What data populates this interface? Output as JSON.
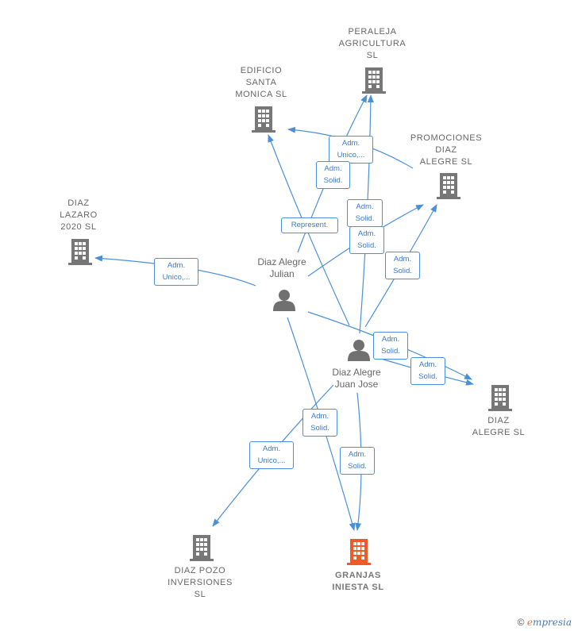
{
  "colors": {
    "edge": "#4a90d9",
    "company": "#777777",
    "target": "#f05a28",
    "person": "#707070"
  },
  "companies": [
    {
      "id": "peraleja",
      "label": "PERALEJA\nAGRICULTURA\nSL",
      "target": false
    },
    {
      "id": "edificio",
      "label": "EDIFICIO\nSANTA\nMONICA  SL",
      "target": false
    },
    {
      "id": "promociones",
      "label": "PROMOCIONES\nDIAZ\nALEGRE  SL",
      "target": false
    },
    {
      "id": "lazaro",
      "label": "DIAZ\nLAZARO\n2020  SL",
      "target": false
    },
    {
      "id": "diazalegre",
      "label": "DIAZ\nALEGRE  SL",
      "target": false
    },
    {
      "id": "pozo",
      "label": "DIAZ POZO\nINVERSIONES\nSL",
      "target": false
    },
    {
      "id": "granjas",
      "label": "GRANJAS\nINIESTA  SL",
      "target": true
    }
  ],
  "people": [
    {
      "id": "julian",
      "label": "Diaz Alegre\nJulian"
    },
    {
      "id": "juanjose",
      "label": "Diaz Alegre\nJuan Jose"
    }
  ],
  "edge_labels": [
    {
      "id": "e1",
      "text": "Adm.\nUnico,..."
    },
    {
      "id": "e2",
      "text": "Adm.\nSolid."
    },
    {
      "id": "e3",
      "text": "Represent."
    },
    {
      "id": "e4",
      "text": "Adm.\nSolid."
    },
    {
      "id": "e5",
      "text": "Adm.\nSolid."
    },
    {
      "id": "e6",
      "text": "Adm.\nUnico,..."
    },
    {
      "id": "e7",
      "text": "Adm.\nSolid."
    },
    {
      "id": "e8",
      "text": "Adm.\nSolid."
    },
    {
      "id": "e9",
      "text": "Adm.\nSolid."
    },
    {
      "id": "e10",
      "text": "Adm.\nSolid."
    },
    {
      "id": "e11",
      "text": "Adm.\nUnico,..."
    },
    {
      "id": "e12",
      "text": "Adm.\nSolid."
    }
  ],
  "footer": {
    "copyright": "©",
    "brand_first": "e",
    "brand_rest": "mpresia"
  }
}
